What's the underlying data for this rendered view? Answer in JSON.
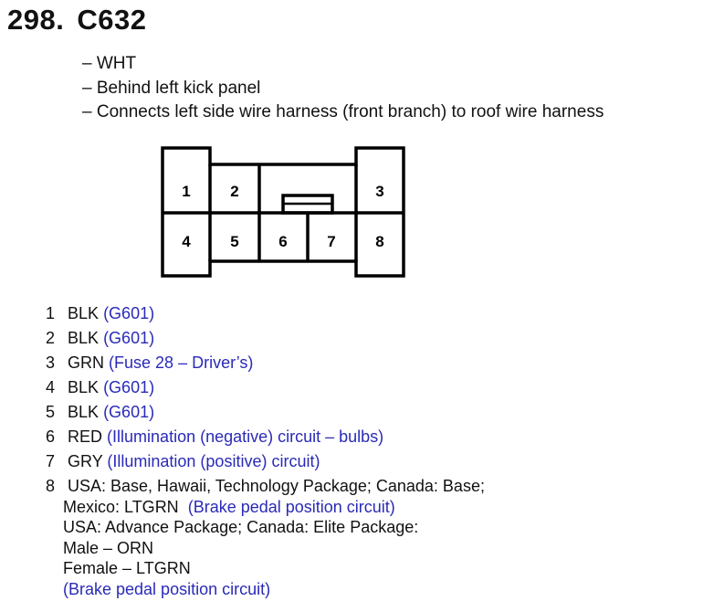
{
  "header": {
    "number": "298.",
    "connector": "C632"
  },
  "details": [
    "– WHT",
    "– Behind left kick panel",
    "– Connects left side wire harness (front branch) to roof wire harness"
  ],
  "connector_pins": [
    "1",
    "2",
    "3",
    "4",
    "5",
    "6",
    "7",
    "8"
  ],
  "pins": [
    {
      "num": "1",
      "color": "BLK",
      "circuit": "(G601)"
    },
    {
      "num": "2",
      "color": "BLK",
      "circuit": "(G601)"
    },
    {
      "num": "3",
      "color": "GRN",
      "circuit": "(Fuse 28 – Driver’s)"
    },
    {
      "num": "4",
      "color": "BLK",
      "circuit": "(G601)"
    },
    {
      "num": "5",
      "color": "BLK",
      "circuit": "(G601)"
    },
    {
      "num": "6",
      "color": "RED",
      "circuit": "(Illumination (negative) circuit – bulbs)"
    },
    {
      "num": "7",
      "color": "GRY",
      "circuit": "(Illumination (positive) circuit)"
    }
  ],
  "pin8": {
    "num": "8",
    "line1": "USA: Base, Hawaii, Technology Package; Canada: Base;",
    "line2_text": "Mexico: LTGRN",
    "line2_circuit": "(Brake pedal position circuit)",
    "line3": "USA: Advance Package; Canada: Elite Package:",
    "line4": "Male – ORN",
    "line5": "Female – LTGRN",
    "line6_circuit": "(Brake pedal position circuit)"
  },
  "colors": {
    "circuit_text": "#2a2ab8",
    "text": "#111111"
  }
}
